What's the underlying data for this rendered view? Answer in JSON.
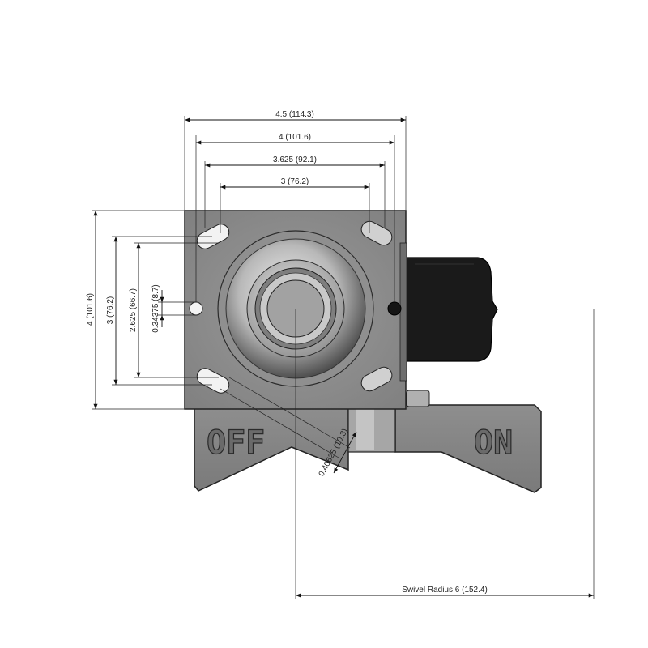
{
  "dimensions": {
    "w_overall": "4.5 (114.3)",
    "w_4": "4 (101.6)",
    "w_3625": "3.625 (92.1)",
    "w_3": "3 (76.2)",
    "h_overall": "4 (101.6)",
    "h_3": "3 (76.2)",
    "h_2625": "2.625 (66.7)",
    "h_034375": "0.34375 (8.7)",
    "slot": "0.40625 (10.3)",
    "swivel_radius": "Swivel Radius 6 (152.4)"
  },
  "brake": {
    "off_label": "OFF",
    "on_label": "ON"
  }
}
